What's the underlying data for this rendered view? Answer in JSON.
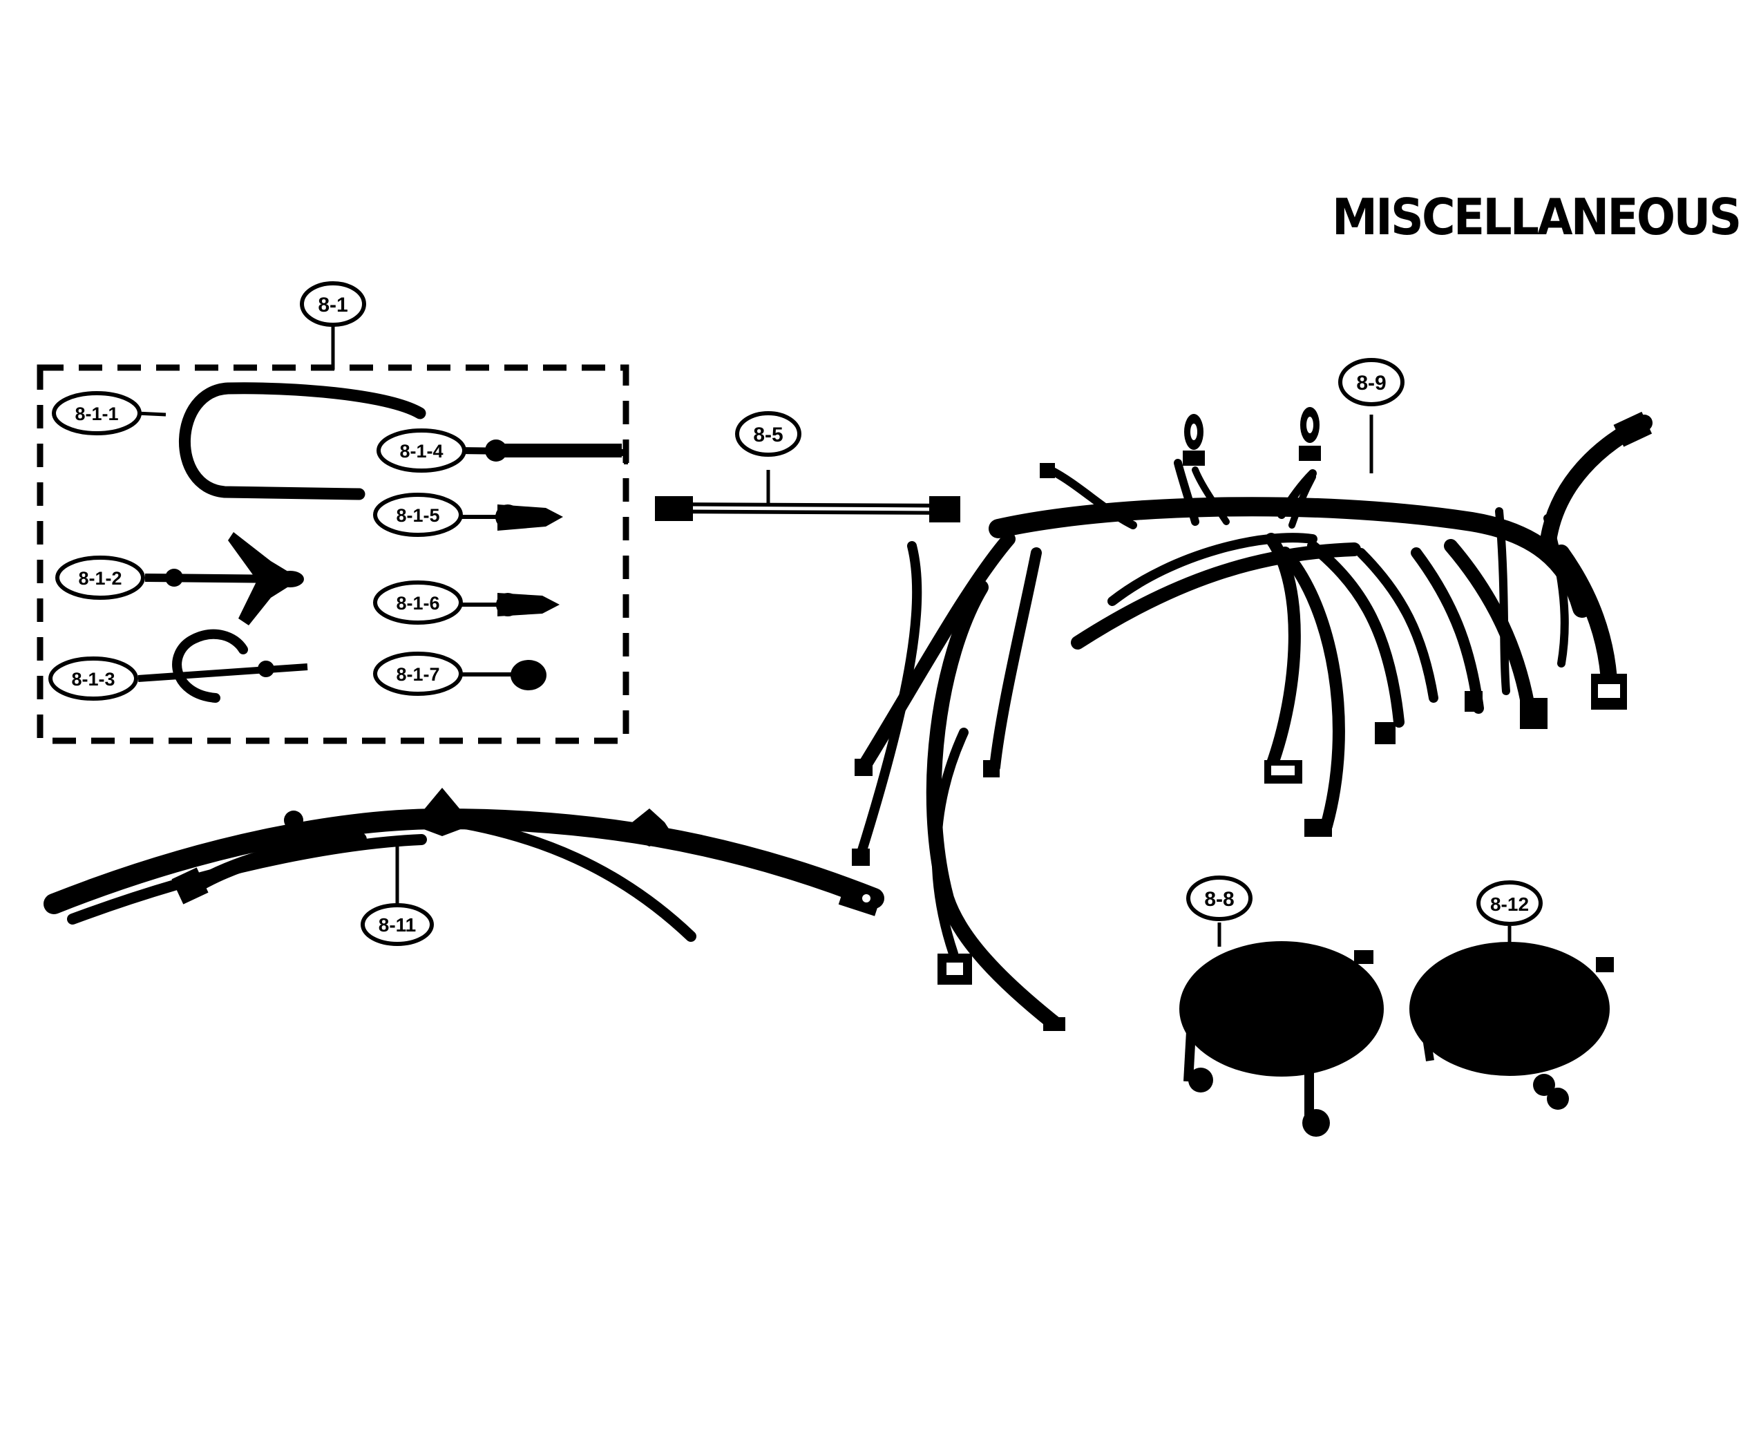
{
  "title": "MISCELLANEOUS",
  "callouts": {
    "kit": "8-1",
    "kit_1": "8-1-1",
    "kit_2": "8-1-2",
    "kit_3": "8-1-3",
    "kit_4": "8-1-4",
    "kit_5": "8-1-5",
    "kit_6": "8-1-6",
    "kit_7": "8-1-7",
    "rod": "8-5",
    "main_harness": "8-9",
    "left_harness": "8-11",
    "foot_left": "8-8",
    "foot_right": "8-12"
  },
  "colors": {
    "ink": "#000000",
    "paper": "#ffffff"
  }
}
